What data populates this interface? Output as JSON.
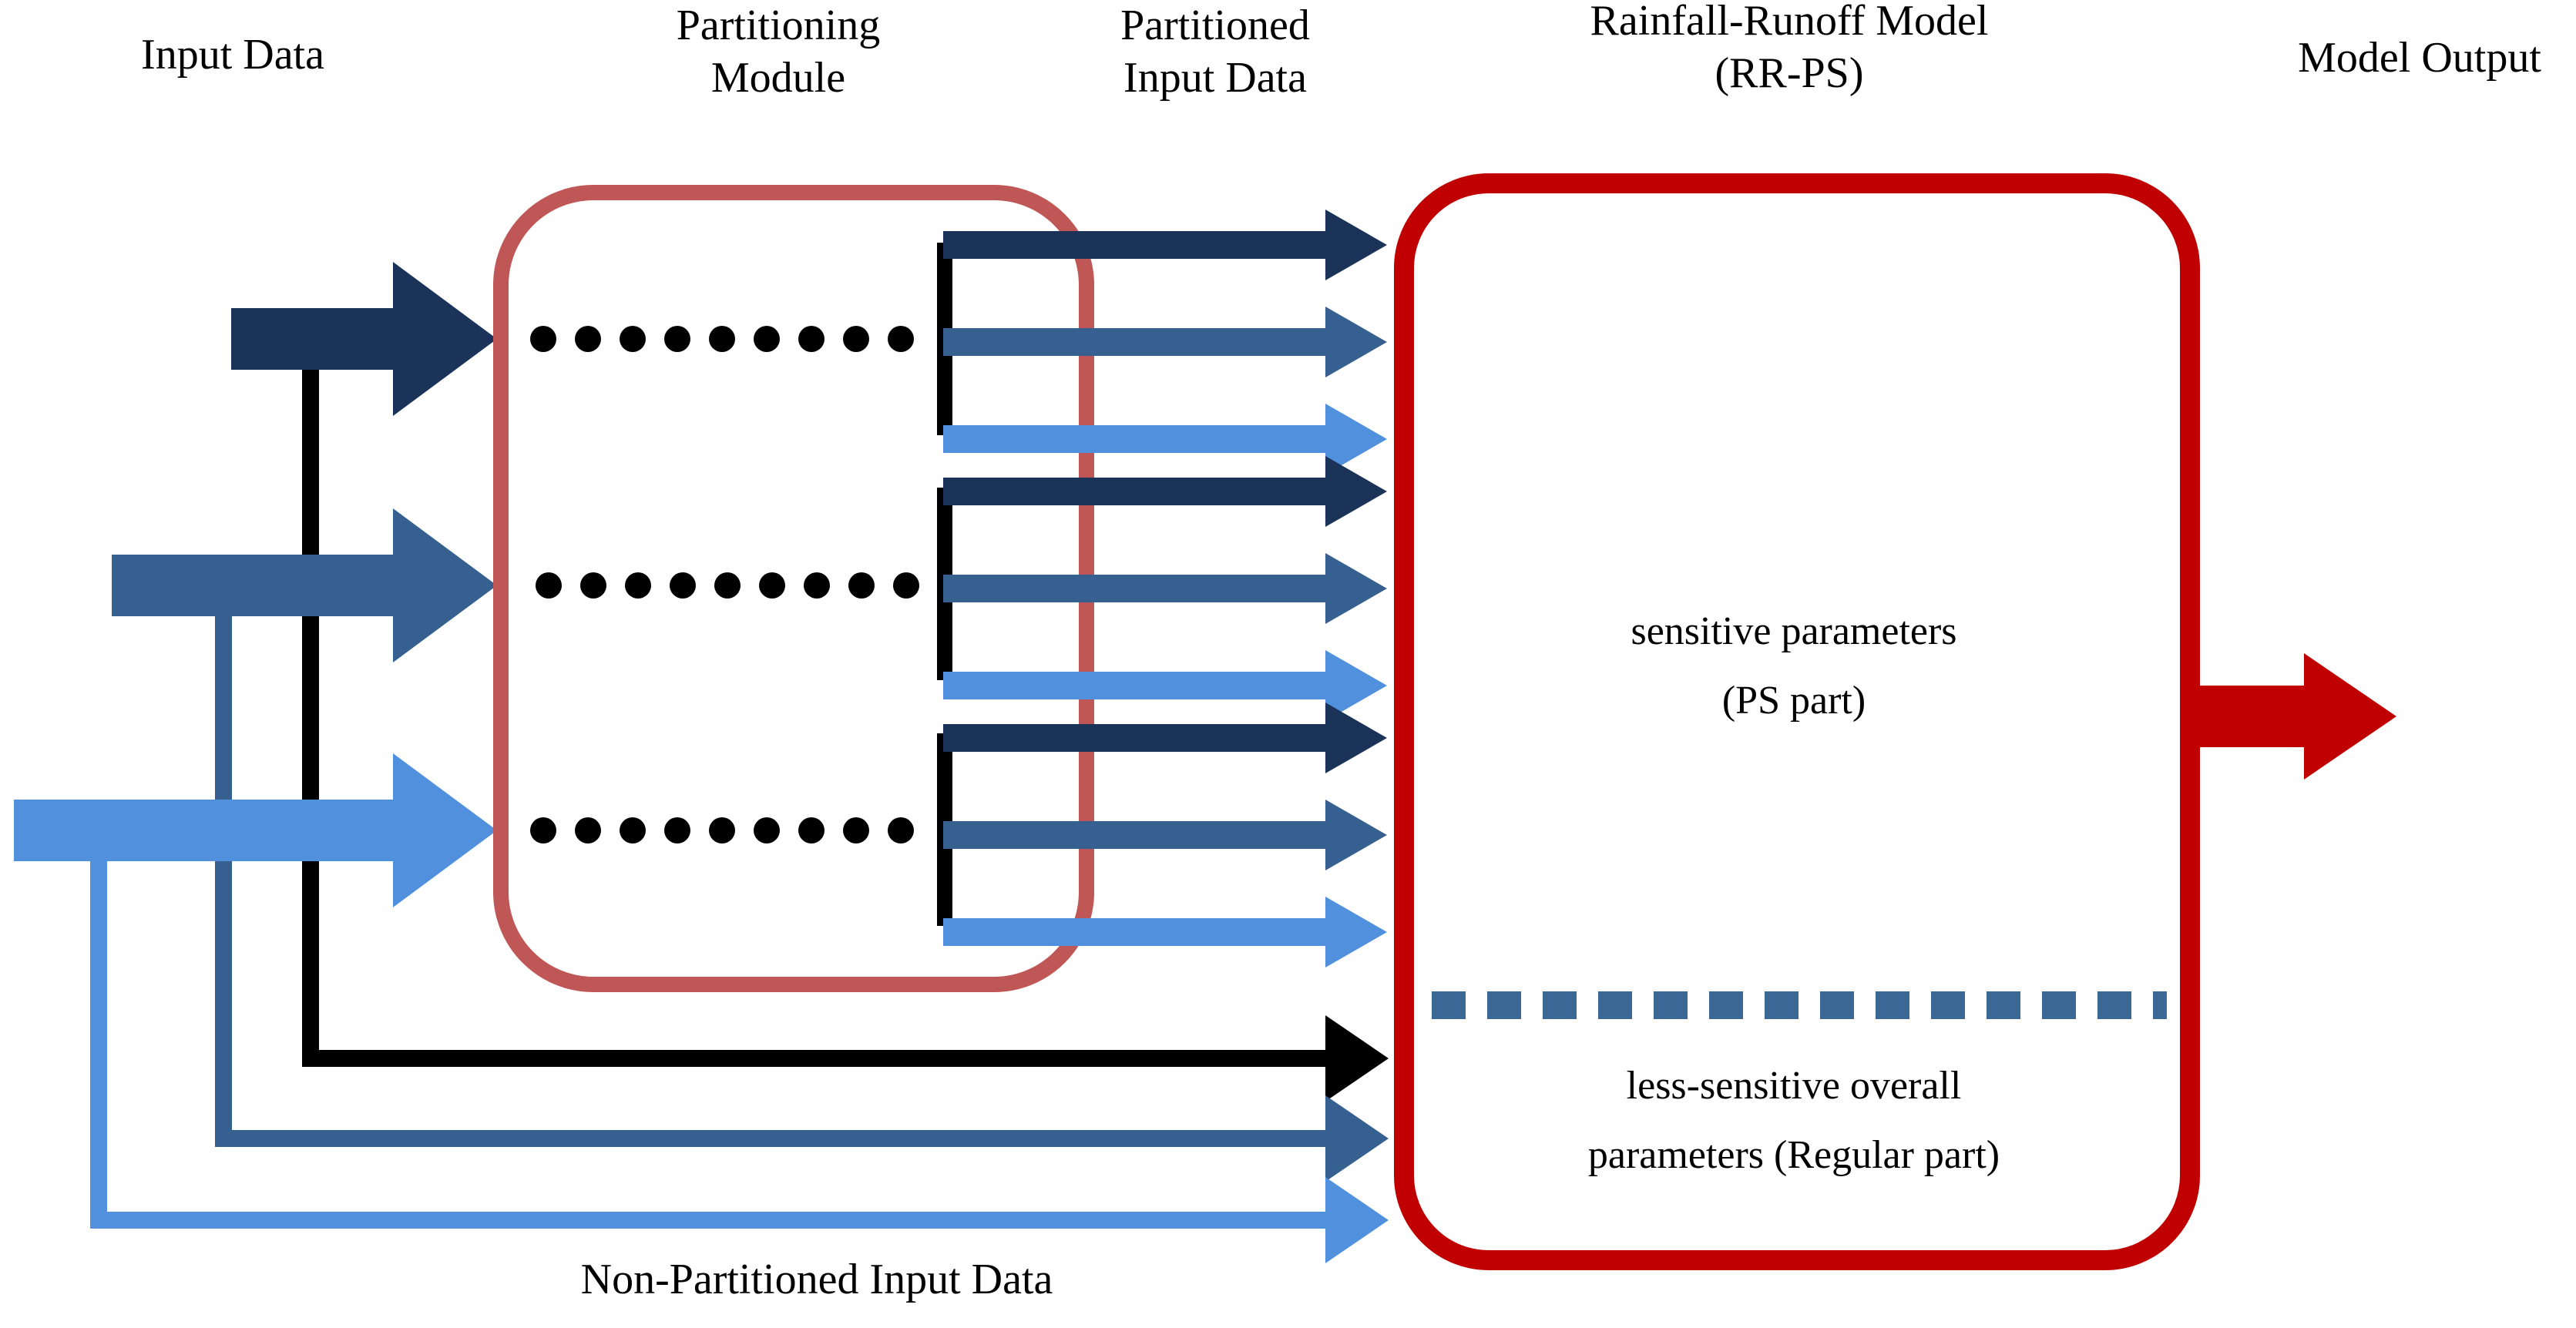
{
  "diagram": {
    "title": "Rainfall-Runoff model with partitioning module (RR-PS) schematic",
    "background": "#FFFFFF"
  },
  "labels": {
    "input_data": "Input Data",
    "partitioning_module_line1": "Partitioning",
    "partitioning_module_line2": "Module",
    "partitioned_input_line1": "Partitioned",
    "partitioned_input_line2": "Input Data",
    "rr_model_line1": "Rainfall-Runoff Model",
    "rr_model_line2": "(RR-PS)",
    "model_output": "Model Output",
    "sensitive_line1": "sensitive parameters",
    "sensitive_line2": "(PS part)",
    "less_sensitive_line1": "less-sensitive overall",
    "less_sensitive_line2": "parameters (Regular part)",
    "non_partitioned": "Non-Partitioned Input Data"
  },
  "colors": {
    "dark_navy": "#1B3358",
    "medium_blue": "#36608F",
    "light_blue": "#5190DC",
    "black": "#000000",
    "module_red": "#BF5757",
    "model_red": "#C00000",
    "divider_blue": "#3C6896",
    "background": "#FFFFFF"
  },
  "input_streams": [
    {
      "name": "stream-1",
      "color_key": "dark_navy",
      "color": "#1B3358"
    },
    {
      "name": "stream-2",
      "color_key": "medium_blue",
      "color": "#36608F"
    },
    {
      "name": "stream-3",
      "color_key": "light_blue",
      "color": "#5190DC"
    }
  ],
  "partition_groups": [
    {
      "name": "partition-group-1",
      "arrow_colors": [
        "#1B3358",
        "#36608F",
        "#5190DC"
      ],
      "dot_count": 9
    },
    {
      "name": "partition-group-2",
      "arrow_colors": [
        "#1B3358",
        "#36608F",
        "#5190DC"
      ],
      "dot_count": 9
    },
    {
      "name": "partition-group-3",
      "arrow_colors": [
        "#1B3358",
        "#36608F",
        "#5190DC"
      ],
      "dot_count": 9
    }
  ],
  "non_partitioned_streams": [
    {
      "name": "non-partitioned-1",
      "color": "#000000"
    },
    {
      "name": "non-partitioned-2",
      "color": "#36608F"
    },
    {
      "name": "non-partitioned-3",
      "color": "#5190DC"
    }
  ],
  "model_output_arrow": {
    "name": "model-output-arrow",
    "color": "#C00000"
  },
  "divider": {
    "name": "sensitivity-divider",
    "style": "dashed",
    "color": "#3C6896",
    "segments": 13
  }
}
